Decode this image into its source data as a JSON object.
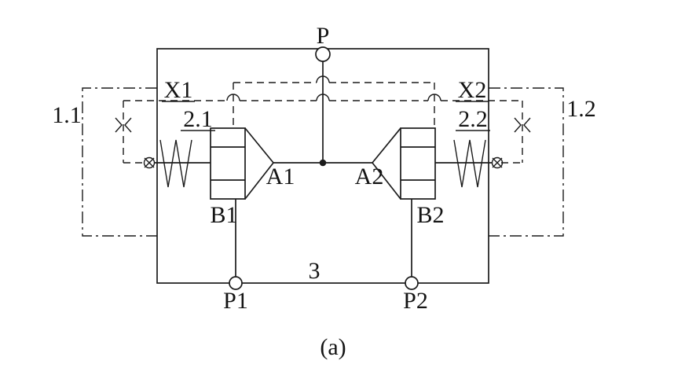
{
  "figure": {
    "caption": "(a)",
    "colors": {
      "line": "#1b1b1b",
      "background": "#ffffff"
    },
    "labels": {
      "port_p": "P",
      "pilot_x1": "X1",
      "pilot_x2": "X2",
      "assembly_left": "1.1",
      "assembly_right": "1.2",
      "valve_left": "2.1",
      "valve_right": "2.2",
      "node_a1": "A1",
      "node_a2": "A2",
      "node_b1": "B1",
      "node_b2": "B2",
      "port_p1": "P1",
      "port_p2": "P2",
      "block": "3"
    }
  }
}
